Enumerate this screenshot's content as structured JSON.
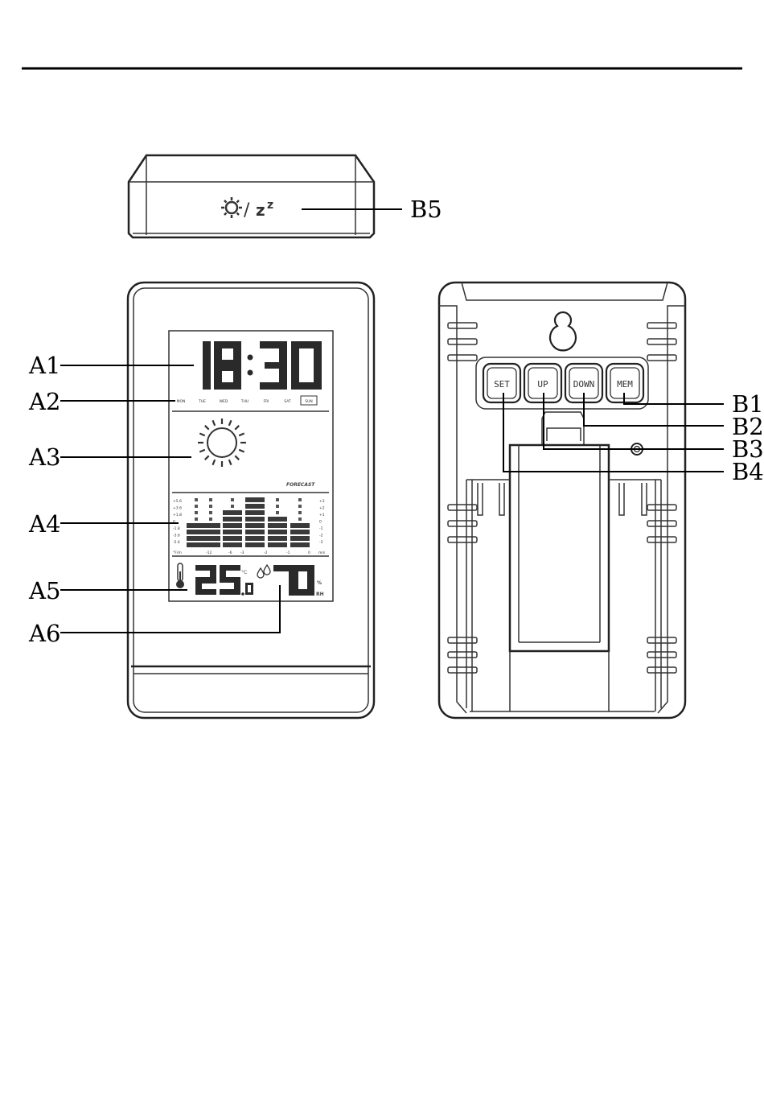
{
  "callouts": {
    "a1": "A1",
    "a2": "A2",
    "a3": "A3",
    "a4": "A4",
    "a5": "A5",
    "a6": "A6",
    "b1": "B1",
    "b2": "B2",
    "b3": "B3",
    "b4": "B4",
    "b5": "B5"
  },
  "top_view": {
    "button_symbol": "☼/zᶻ"
  },
  "display": {
    "days": [
      "MON",
      "TUE",
      "WED",
      "THU",
      "FRI",
      "SAT",
      "SUN"
    ],
    "selected_day": "SUN",
    "forecast_label": "FORECAST",
    "trend_left_scale": [
      "+5.6",
      "+3.6",
      "+1.8",
      "0",
      "-1.8",
      "-3.6",
      "-5.6"
    ],
    "trend_right_scale": [
      "+3",
      "+2",
      "+1",
      "0",
      "-1",
      "-2",
      "-3"
    ],
    "trend_bottom_scale": [
      "°F/m",
      "-12",
      "-6",
      "-3",
      "-2",
      "-1",
      "0",
      "m/s"
    ],
    "temperature_unit": "°C",
    "humidity_percent": "%",
    "humidity_unit": "RH"
  },
  "back_panel": {
    "buttons": [
      "SET",
      "UP",
      "DOWN",
      "MEM"
    ]
  }
}
